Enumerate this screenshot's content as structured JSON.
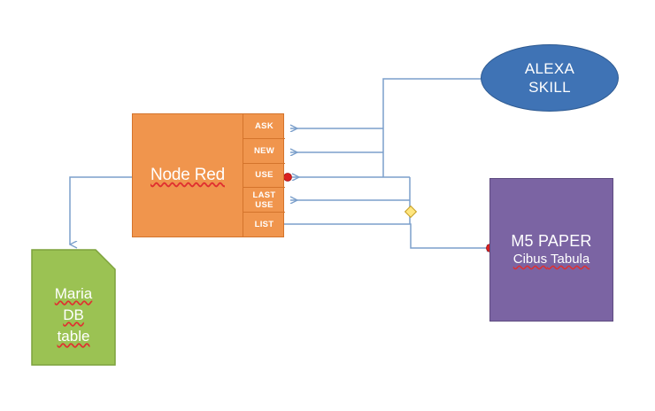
{
  "diagram": {
    "title": "Alexa Skill / Node Red / M5 Paper architecture diagram",
    "background": "#FFFFFF"
  },
  "nodes": {
    "node_red": {
      "label": "Node Red",
      "fill": "#F0954D",
      "stroke": "#D4742C",
      "text_color": "#FFFFFF",
      "spellcheck_underline": true,
      "cells": [
        {
          "label": "ASK"
        },
        {
          "label": "NEW"
        },
        {
          "label": "USE"
        },
        {
          "label": "LAST USE"
        },
        {
          "label": "LIST"
        }
      ]
    },
    "alexa_skill": {
      "line1": "ALEXA",
      "line2": "SKILL",
      "fill": "#3F73B5",
      "stroke": "#2E5A91",
      "text_color": "#FFFFFF",
      "shape": "ellipse"
    },
    "m5_paper": {
      "title": "M5 PAPER",
      "subtitle_underlined": "Cibus",
      "subtitle_plain": " Tabula",
      "fill": "#7B64A3",
      "stroke": "#5E4B80",
      "text_color": "#FFFFFF",
      "shape": "rectangle"
    },
    "maria_db": {
      "line1": "Maria",
      "line2": "DB",
      "line3": "table",
      "fill": "#9BC253",
      "stroke": "#7DA23C",
      "text_color": "#FFFFFF",
      "shape": "document-folded-corner"
    }
  },
  "connectors": {
    "stroke": "#7B9FCB",
    "stroke_width": 1.5,
    "arrow_color": "#7B9FCB",
    "endpoint_marker_color": "#D92020",
    "midpoint_marker_color": "#FFE680",
    "midpoint_marker_stroke": "#C9A227",
    "items": [
      {
        "name": "alexa-to-ask",
        "from": "alexa_skill",
        "to": "node_red.ASK",
        "arrow": true
      },
      {
        "name": "alexa-to-new",
        "from": "alexa_skill",
        "to": "node_red.NEW",
        "arrow": true
      },
      {
        "name": "m5-to-use",
        "from": "m5_paper",
        "to": "node_red.USE",
        "arrow": true,
        "endpoint_marker": true
      },
      {
        "name": "m5-to-last-use",
        "from": "m5_paper",
        "to": "node_red.LAST USE",
        "arrow": true
      },
      {
        "name": "list-to-m5",
        "from": "node_red.LIST",
        "to": "m5_paper",
        "arrow": true,
        "endpoint_marker": true,
        "midpoint_marker": true
      },
      {
        "name": "node-red-to-maria-db",
        "from": "node_red",
        "to": "maria_db",
        "arrow": true
      }
    ]
  }
}
